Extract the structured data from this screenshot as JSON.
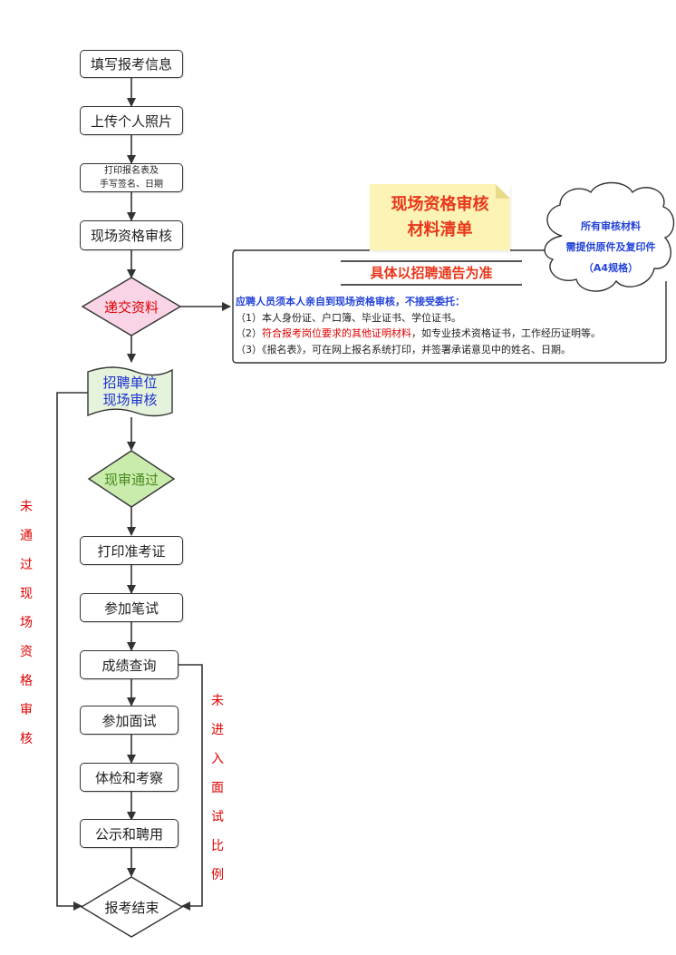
{
  "steps": {
    "fill_info": "填写报考信息",
    "upload_photo": "上传个人照片",
    "print_form_line1": "打印报名表及",
    "print_form_line2": "手写签名、日期",
    "onsite_review": "现场资格审核",
    "submit_materials": "递交资料",
    "employer_review_line1": "招聘单位",
    "employer_review_line2": "现场审核",
    "review_passed": "现审通过",
    "print_admission": "打印准考证",
    "written_exam": "参加笔试",
    "score_query": "成绩查询",
    "interview": "参加面试",
    "physical_exam": "体检和考察",
    "publicity_hiring": "公示和聘用",
    "end": "报考结束"
  },
  "side_labels": {
    "failed_review": [
      "未",
      "通",
      "过",
      "现",
      "场",
      "资",
      "格",
      "审",
      "核"
    ],
    "not_interview": [
      "未",
      "进",
      "入",
      "面",
      "试",
      "比",
      "例"
    ]
  },
  "note": {
    "sticky_line1": "现场资格审核",
    "sticky_line2": "材料清单",
    "subtitle": "具体以招聘通告为准",
    "lead": "应聘人员须本人亲自到现场资格审核，不接受委托：",
    "item1": "（1）本人身份证、户口簿、毕业证书、学位证书。",
    "item2_prefix": "（2）",
    "item2_red": "符合报考岗位要求的其他证明材料",
    "item2_rest": "，如专业技术资格证书，工作经历证明等。",
    "item3": "（3）《报名表》，可在网上报名系统打印，并签署承诺意见中的姓名、日期。"
  },
  "cloud": {
    "line1": "所有审核材料",
    "line2": "需提供原件及复印件",
    "line3": "（A4规格）"
  },
  "colors": {
    "submit_fill": "#f9d4e6",
    "submit_text": "#e00000",
    "employer_fill": "#e6f3dc",
    "employer_text": "#1a2fd0",
    "passed_fill": "#c9ecac",
    "passed_text": "#4a8a1e",
    "side_text": "#e00000",
    "sticky_bg": "#fdf3b4",
    "accent_orange": "#e8371a",
    "blue": "#2343d8"
  }
}
